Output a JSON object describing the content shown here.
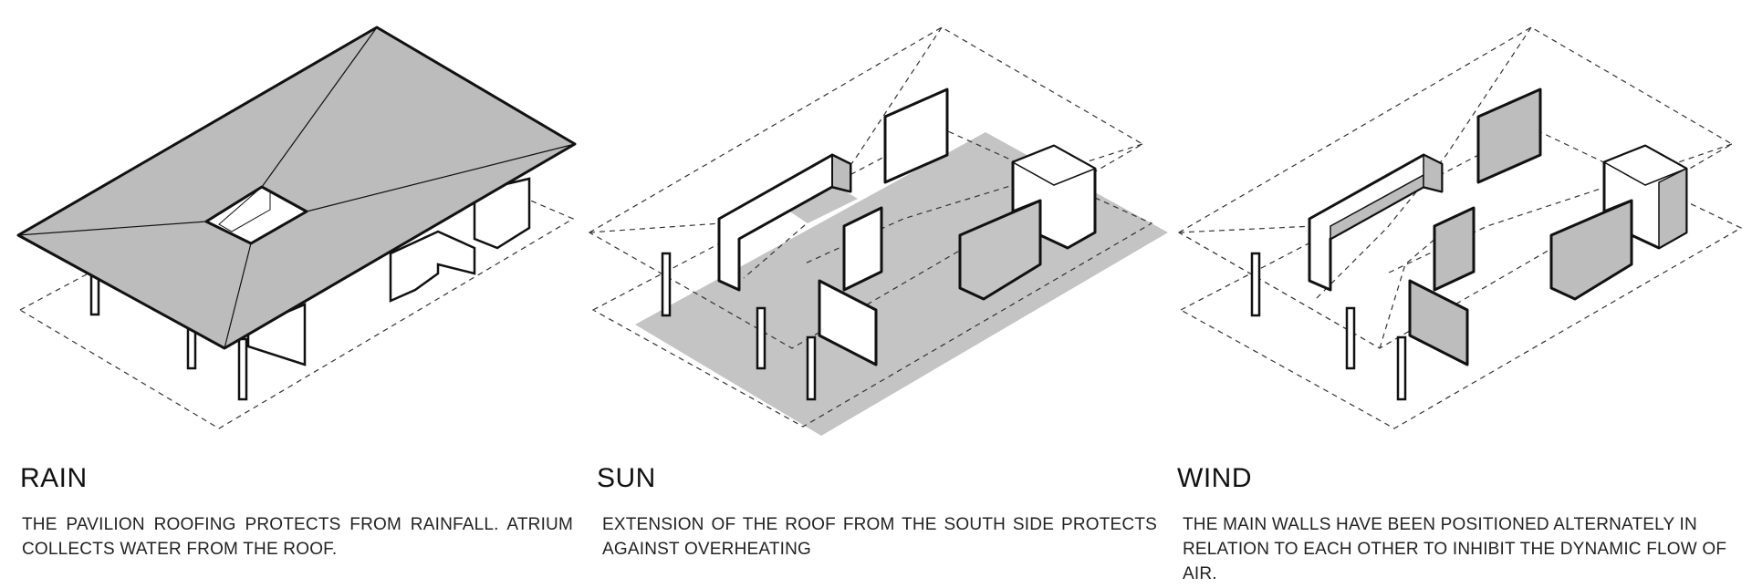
{
  "panels": [
    {
      "title": "RAIN",
      "description": "THE PAVILION ROOFING PROTECTS FROM RAINFALL. ATRIUM COLLECTS WATER FROM THE ROOF."
    },
    {
      "title": "SUN",
      "description": "EXTENSION OF THE ROOF FROM THE SOUTH SIDE PROTECTS AGAINST OVERHEATING"
    },
    {
      "title": "WIND",
      "description": "THE MAIN WALLS HAVE BEEN POSITIONED ALTERNATELY IN RELATION TO EACH OTHER TO INHIBIT THE DYNAMIC FLOW OF AIR."
    }
  ],
  "colors": {
    "roof_fill": "#bcbcbc",
    "shadow_fill": "#c4c4c4",
    "wall_face": "#ffffff",
    "wall_shade": "#bdbdbd",
    "line": "#111111"
  }
}
